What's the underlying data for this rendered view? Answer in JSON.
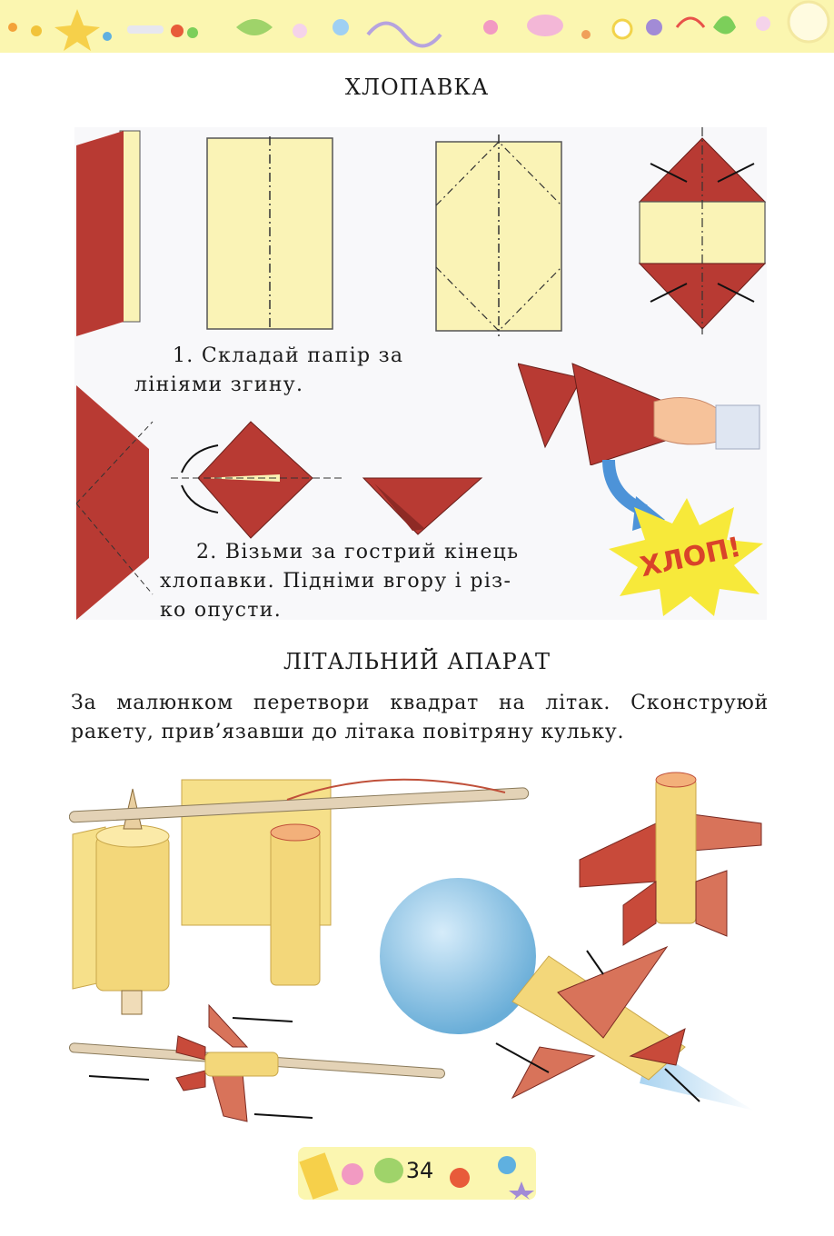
{
  "section1": {
    "title": "ХЛОПАВКА",
    "step1_line1": "1. Складай папір за",
    "step1_line2": "лініями згину.",
    "step2_line1": "2. Візьми за гострий кінець",
    "step2_line2": "хлопавки. Підніми вгору і різ-",
    "step2_line3": "ко опусти.",
    "burst_text": "ХЛОП!"
  },
  "section2": {
    "title": "ЛІТАЛЬНИЙ АПАРАТ",
    "instruction": "За малюнком перетвори квадрат на літак. Сконструюй ракету, прив’язавши до літака повітряну кульку."
  },
  "page_number": "34",
  "colors": {
    "paper_yellow": "#faf3b6",
    "fold_red": "#b83a33",
    "band_yellow": "#fbf6b0",
    "balloon_blue": "#8ec5e8",
    "burst_yellow": "#f7e93a"
  }
}
